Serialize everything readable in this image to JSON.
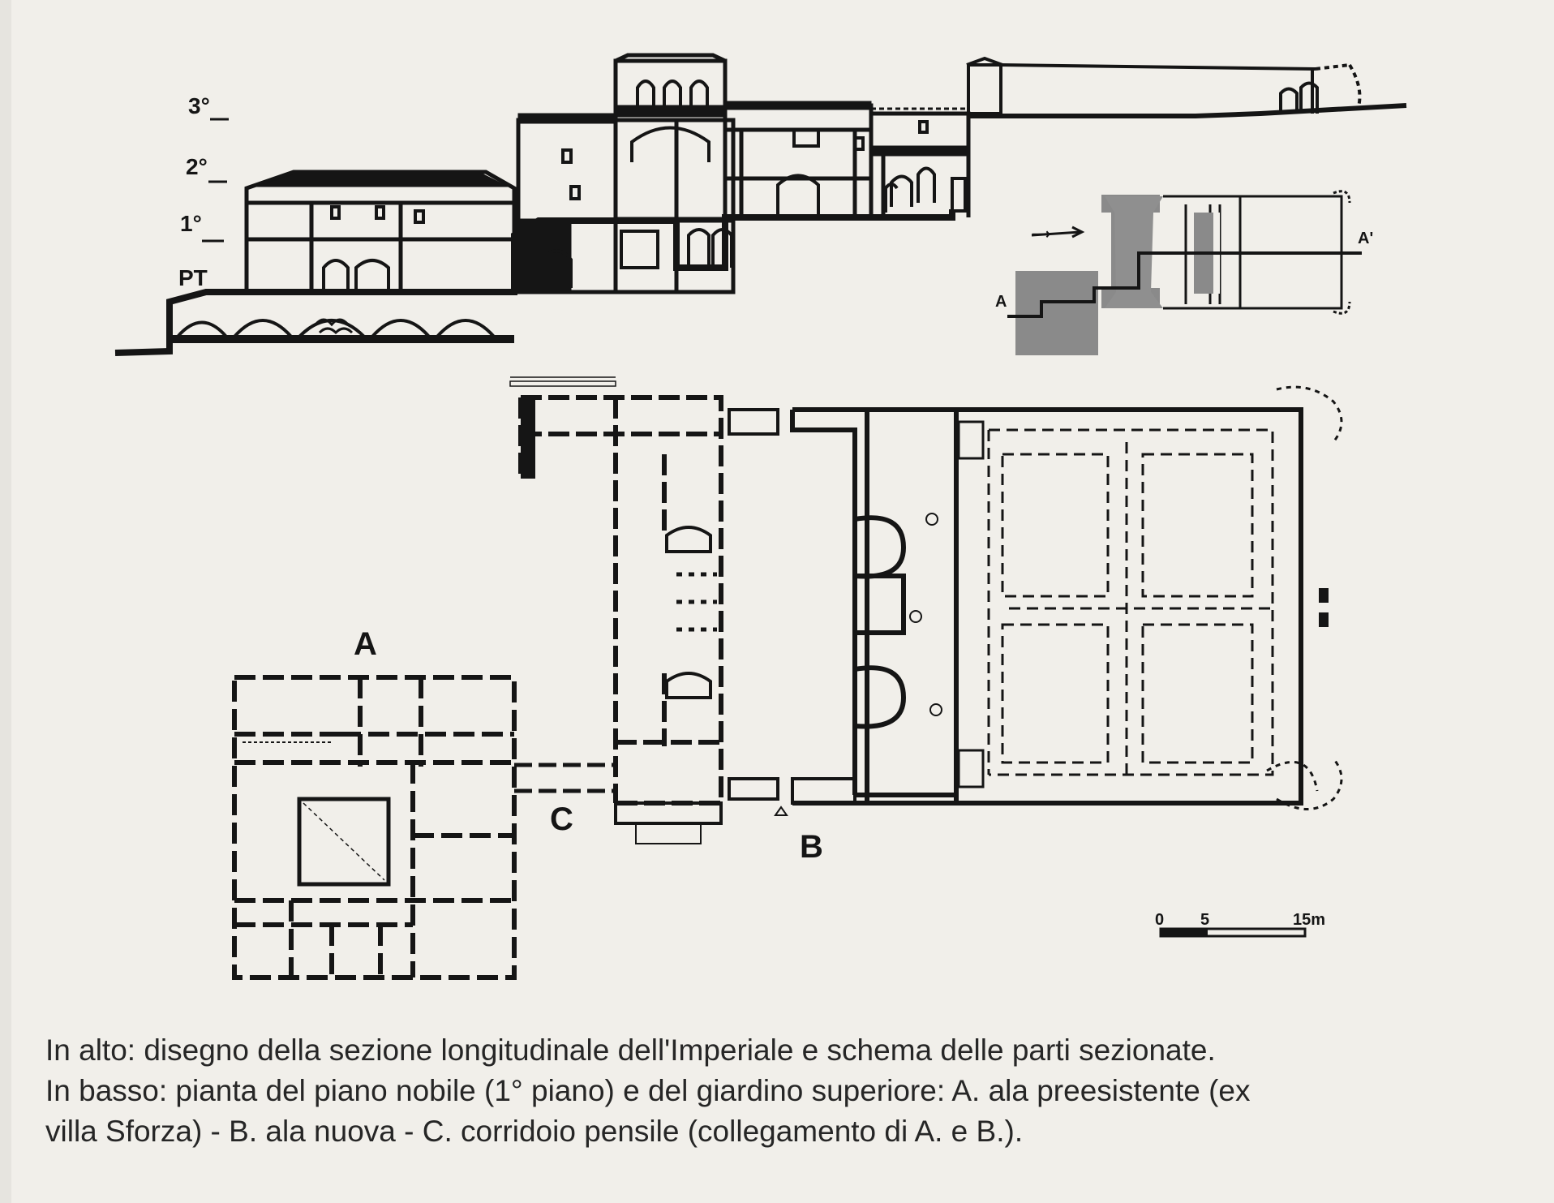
{
  "section_levels": [
    "3°",
    "2°",
    "1°",
    "PT"
  ],
  "key_plan": {
    "marker_start": "A",
    "marker_end": "A'"
  },
  "plan_labels": {
    "wing_a": "A",
    "corridor_c": "C",
    "wing_b": "B"
  },
  "scale_bar": {
    "tick_0": "0",
    "tick_5": "5",
    "tick_15": "15m"
  },
  "caption": {
    "line1": "In alto: disegno della sezione longitudinale dell'Imperiale e schema delle parti sezionate.",
    "line2": "In basso: pianta del piano nobile (1° piano) e del giardino superiore: A. ala preesistente (ex",
    "line3": "villa Sforza) - B. ala nuova - C. corridoio pensile (collegamento di A. e B.)."
  },
  "colors": {
    "ink": "#151515",
    "paper": "#f1efea",
    "shaded": "#8a8a8a"
  }
}
